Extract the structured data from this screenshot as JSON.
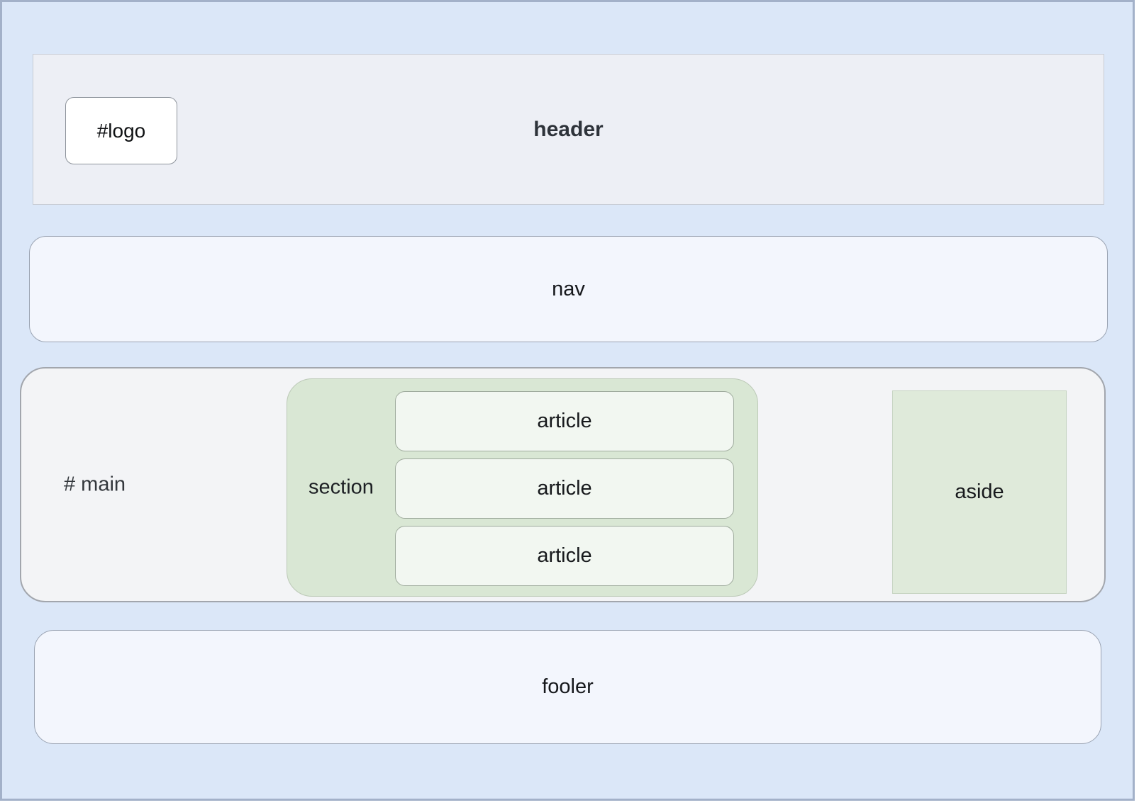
{
  "diagram": {
    "header": {
      "label": "header"
    },
    "logo": {
      "label": "#logo"
    },
    "nav": {
      "label": "nav"
    },
    "main": {
      "label": "# main"
    },
    "section": {
      "label": "section",
      "articles": [
        {
          "label": "article"
        },
        {
          "label": "article"
        },
        {
          "label": "article"
        }
      ]
    },
    "aside": {
      "label": "aside"
    },
    "footer": {
      "label": "fooler"
    }
  },
  "colors": {
    "page_bg": "#ffffff",
    "container_bg": "#dbe7f8",
    "container_border": "#a3b1c9",
    "header_bg": "#edeff5",
    "header_border": "#c7ccd4",
    "logo_bg": "#ffffff",
    "logo_border": "#8e949c",
    "nav_bg": "#f3f6fd",
    "nav_border": "#9aa3b2",
    "main_bg": "#f3f4f6",
    "main_border": "#a2a6ad",
    "section_bg": "#d9e7d4",
    "section_border": "#bcc9b7",
    "article_bg": "#f2f7f1",
    "article_border": "#9fab9d",
    "aside_bg": "#dfeada",
    "aside_border": "#c6d4c1",
    "footer_bg": "#f3f6fd",
    "footer_border": "#9aa3b2",
    "text_dark": "#24282c"
  }
}
